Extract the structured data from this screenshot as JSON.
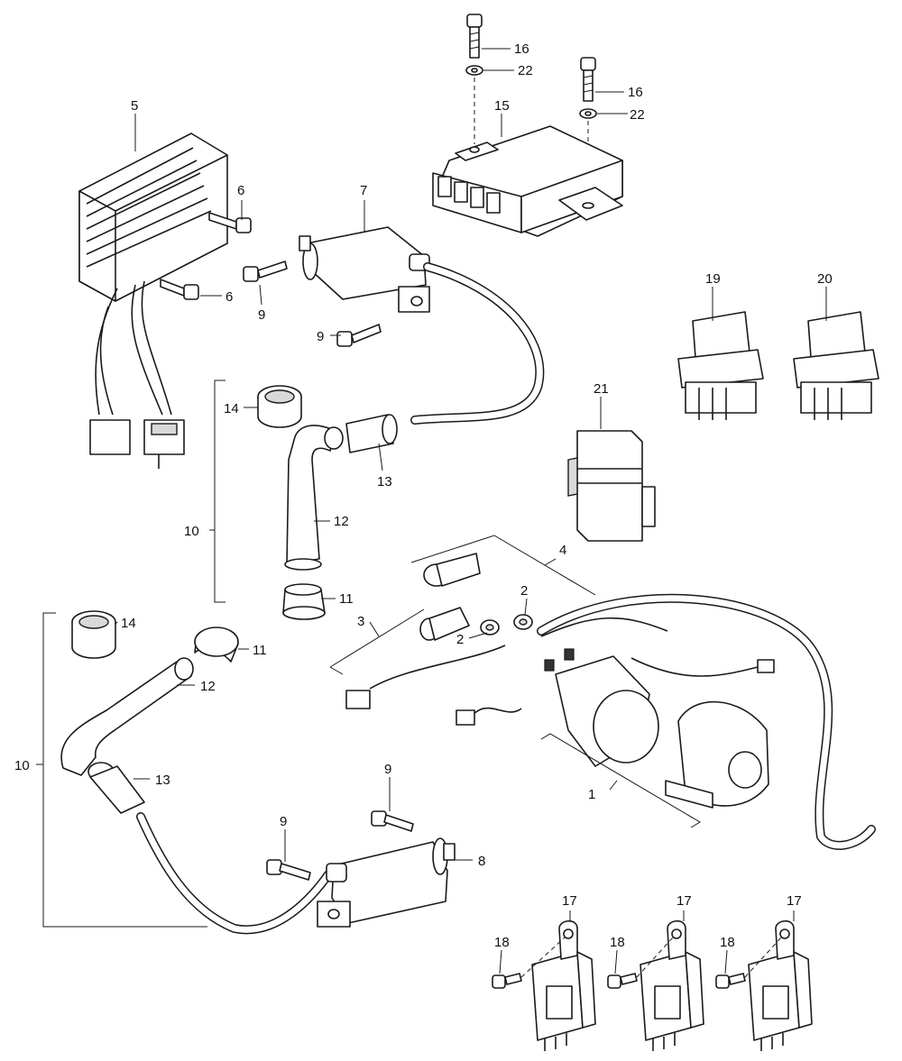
{
  "callouts": {
    "c1": "1",
    "c2a": "2",
    "c2b": "2",
    "c3": "3",
    "c4": "4",
    "c5": "5",
    "c6a": "6",
    "c6b": "6",
    "c7": "7",
    "c8": "8",
    "c9a": "9",
    "c9b": "9",
    "c9c": "9",
    "c9d": "9",
    "c10a": "10",
    "c10b": "10",
    "c11a": "11",
    "c11b": "11",
    "c12a": "12",
    "c12b": "12",
    "c13a": "13",
    "c13b": "13",
    "c14a": "14",
    "c14b": "14",
    "c15": "15",
    "c16a": "16",
    "c16b": "16",
    "c17a": "17",
    "c17b": "17",
    "c17c": "17",
    "c18a": "18",
    "c18b": "18",
    "c18c": "18",
    "c19": "19",
    "c20": "20",
    "c21": "21",
    "c22a": "22",
    "c22b": "22"
  }
}
